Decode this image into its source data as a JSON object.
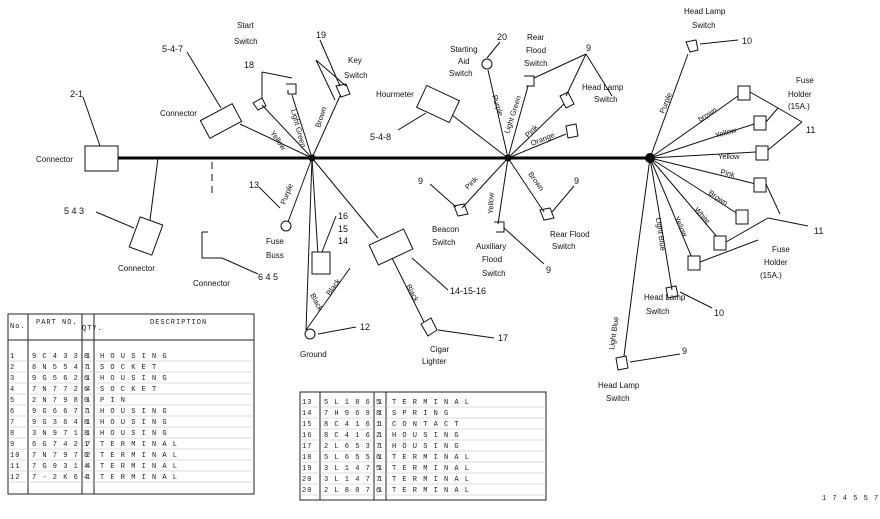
{
  "labels": {
    "connector_left": "Connector",
    "connector_5_4_7": "Connector",
    "connector_bottom": "Connector",
    "connector_bottom2": "Connector",
    "start_switch": [
      "Start",
      "Switch"
    ],
    "key_switch": [
      "Key",
      "Switch"
    ],
    "fuse_buss": [
      "Fuse",
      "Buss"
    ],
    "ground": "Ground",
    "cigar_lighter": [
      "Cigar",
      "Lighter"
    ],
    "starting_aid_switch": [
      "Starting",
      "Aid",
      "Switch"
    ],
    "rear_flood_switch_top": [
      "Rear",
      "Flood",
      "Switch"
    ],
    "head_lamp_switch_mid": [
      "Head Lamp",
      "Switch"
    ],
    "hourmeter": "Hourmeter",
    "beacon_switch": [
      "Beacon",
      "Switch"
    ],
    "auxiliary_flood_switch": [
      "Auxiliary",
      "Flood",
      "Switch"
    ],
    "rear_flood_switch_bottom": [
      "Rear Flood",
      "Switch"
    ],
    "head_lamp_switch_top": [
      "Head Lamp",
      "Switch"
    ],
    "fuse_holder_top": [
      "Fuse",
      "Holder",
      "(15A.)"
    ],
    "fuse_holder_bottom": [
      "Fuse",
      "Holder",
      "(15A.)"
    ],
    "head_lamp_switch_low": [
      "Head Lamp",
      "Switch"
    ],
    "head_lamp_switch_bottom": [
      "Head Lamp",
      "Switch"
    ]
  },
  "refs": {
    "r_2_1": "2-1",
    "r_5_4_7": "5-4-7",
    "r_5_4_3": "5 4 3",
    "r_6_4_5": "6 4 5",
    "r_5_4_8": "5-4-8",
    "r_18": "18",
    "r_19": "19",
    "r_13": "13",
    "r_16": "16",
    "r_15": "15",
    "r_14": "14",
    "r_12": "12",
    "r_14_15_16": "14-15-16",
    "r_17": "17",
    "r_20": "20",
    "r_9a": "9",
    "r_9b": "9",
    "r_9c": "9",
    "r_9d": "9",
    "r_9e": "9",
    "r_10a": "10",
    "r_10b": "10",
    "r_11a": "11",
    "r_11b": "11"
  },
  "wires": {
    "yellow_a": "Yellow",
    "light_green_a": "Light Green",
    "brown_a": "Brown",
    "purple_a": "Purple",
    "black_a": "Black",
    "black_b": "Black",
    "black_c": "Black",
    "purple_b": "Purple",
    "light_green_b": "Light Green",
    "pink_a": "Pink",
    "orange": "Orange",
    "pink_b": "Pink",
    "yellow_b": "Yellow",
    "brown_b": "Brown",
    "purple_c": "Purple",
    "brown_c": "brown",
    "yellow_c": "Yellow",
    "yellow_d": "Yellow",
    "pink_c": "Pink",
    "brown_d": "Brown",
    "white": "White",
    "yellow_e": "Yellow",
    "light_blue_a": "Light Blue",
    "light_blue_b": "Light Blue"
  },
  "table_left": {
    "header": [
      "No.",
      "PART NO.",
      "QTY.",
      "DESCRIPTION"
    ],
    "rows": [
      [
        "1",
        "9 C 4 3 3 8",
        "1",
        "H O U S I N G"
      ],
      [
        "2",
        "8 N 5 5 4 7",
        "1",
        "S O C K E T"
      ],
      [
        "3",
        "9 G 5 6 2 6",
        "1",
        "H O U S I N G"
      ],
      [
        "4",
        "7 N 7 7 2 6",
        "4",
        "S O C K E T"
      ],
      [
        "5",
        "2 N 7 9 8 0",
        "1",
        "P I N"
      ],
      [
        "6",
        "9 G 6 6 7 7",
        "1",
        "H O U S I N G"
      ],
      [
        "7",
        "9 G 3 6 4 8",
        "1",
        "H O U S I N G"
      ],
      [
        "8",
        "3 N 9 7 1 8",
        "1",
        "H O U S I N G"
      ],
      [
        "9",
        "6 G 7 4 2 1",
        "7",
        "T E R M I N A L"
      ],
      [
        "10",
        "7 N 7 9 7 8",
        "2",
        "T E R M I N A L"
      ],
      [
        "11",
        "7 G 9 3 1 4",
        "4",
        "T E R M I N A L"
      ],
      [
        "12",
        "7 - 2 K 6 4",
        "1",
        "T E R M I N A L"
      ]
    ]
  },
  "table_right": {
    "rows": [
      [
        "13",
        "5 L 1 8 6 5",
        "1",
        "T E R M I N A L"
      ],
      [
        "14",
        "7 H 9 6 9 8",
        "1",
        "S P R I N G"
      ],
      [
        "15",
        "8 C 4 1 6 1",
        "1",
        "C O N T A C T"
      ],
      [
        "16",
        "8 C 4 1 6 2",
        "1",
        "H O U S I N G"
      ],
      [
        "17",
        "2 L 6 5 3 7",
        "1",
        "H O U S I N G"
      ],
      [
        "18",
        "5 L 6 5 5 6",
        "1",
        "T E R M I N A L"
      ],
      [
        "19",
        "3 L 1 4 7 5",
        "1",
        "T E R M I N A L"
      ],
      [
        "20",
        "3 L 1 4 7 7",
        "1",
        "T E R M I N A L"
      ],
      [
        "20",
        "2 L 8 0 7 6",
        "1",
        "T E R M I N A L"
      ]
    ]
  },
  "figure_id": "1 7 4 5 5 7"
}
